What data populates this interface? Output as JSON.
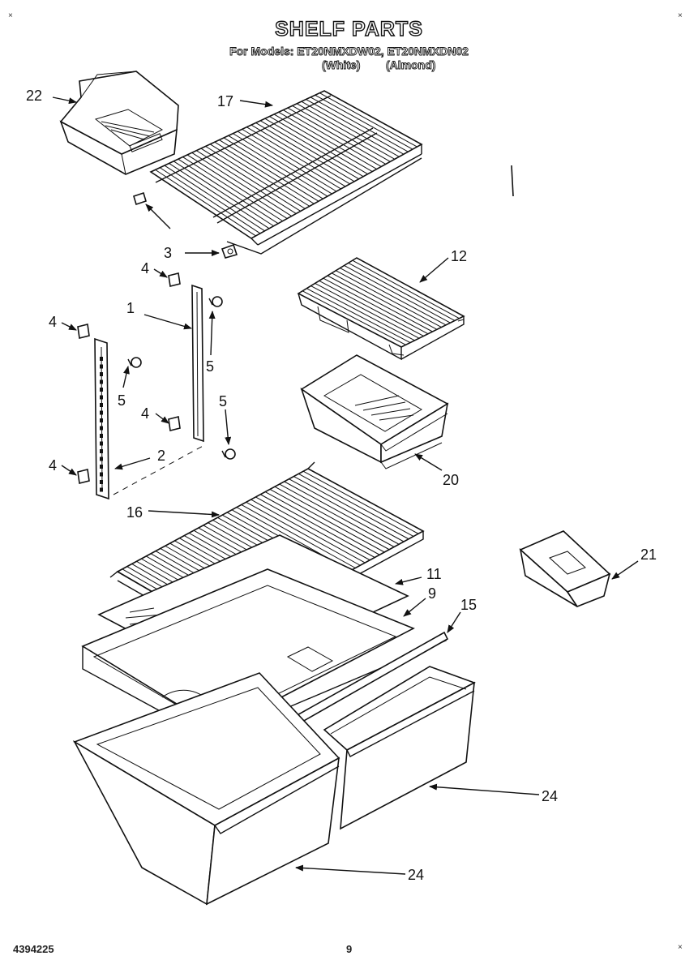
{
  "header": {
    "title": "SHELF PARTS",
    "models_line": "For Models: ET20NMXDW02, ET20NMXDN02",
    "color_white": "(White)",
    "color_almond": "(Almond)"
  },
  "callouts": {
    "p1": "1",
    "p2": "2",
    "p3": "3",
    "p4a": "4",
    "p4b": "4",
    "p4c": "4",
    "p4d": "4",
    "p5a": "5",
    "p5b": "5",
    "p5c": "5",
    "p9": "9",
    "p11": "11",
    "p12": "12",
    "p15": "15",
    "p16": "16",
    "p17": "17",
    "p20": "20",
    "p21": "21",
    "p22": "22",
    "p24a": "24",
    "p24b": "24"
  },
  "footer": {
    "doc_number": "4394225",
    "page_number": "9"
  },
  "corner_marks": {
    "mark": "×"
  }
}
